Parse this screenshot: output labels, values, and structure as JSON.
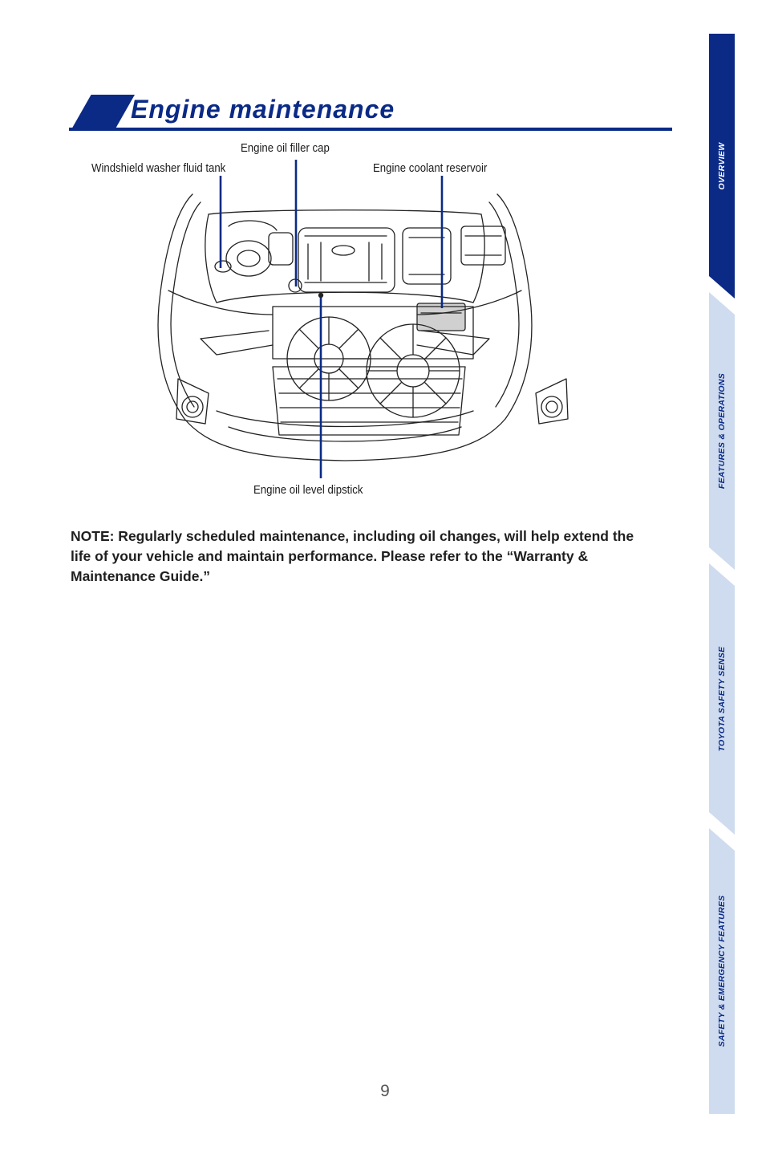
{
  "header": {
    "title": "Engine maintenance"
  },
  "figure": {
    "callouts": {
      "oil_filler_cap": "Engine oil filler cap",
      "washer_fluid_tank": "Windshield washer fluid tank",
      "coolant_reservoir": "Engine coolant reservoir",
      "oil_dipstick": "Engine oil level dipstick"
    }
  },
  "note": {
    "text": "NOTE: Regularly scheduled maintenance, including oil changes, will help extend the life of your vehicle and maintain performance. Please refer to the “Warranty & Maintenance Guide.”"
  },
  "page_number": "9",
  "side_tabs": [
    {
      "label": "OVERVIEW",
      "active": true
    },
    {
      "label": "FEATURES & OPERATIONS",
      "active": false
    },
    {
      "label": "TOYOTA SAFETY SENSE",
      "active": false
    },
    {
      "label": "SAFETY & EMERGENCY FEATURES",
      "active": false
    }
  ],
  "colors": {
    "brand_blue": "#0a2a86",
    "tab_inactive": "#cfdcef"
  }
}
